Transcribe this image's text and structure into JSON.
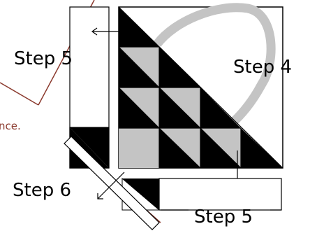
{
  "diagram": {
    "labels": {
      "step5_left": "Step 5",
      "step4": "Step 4",
      "step6": "Step 6",
      "step5_bottom": "Step 5",
      "partial_text": "nce."
    },
    "colors": {
      "black": "#000000",
      "gray": "#c4c4c4",
      "arc": "#c4c4c4",
      "brown_line": "#8b3a2e",
      "stroke": "#000000"
    }
  }
}
